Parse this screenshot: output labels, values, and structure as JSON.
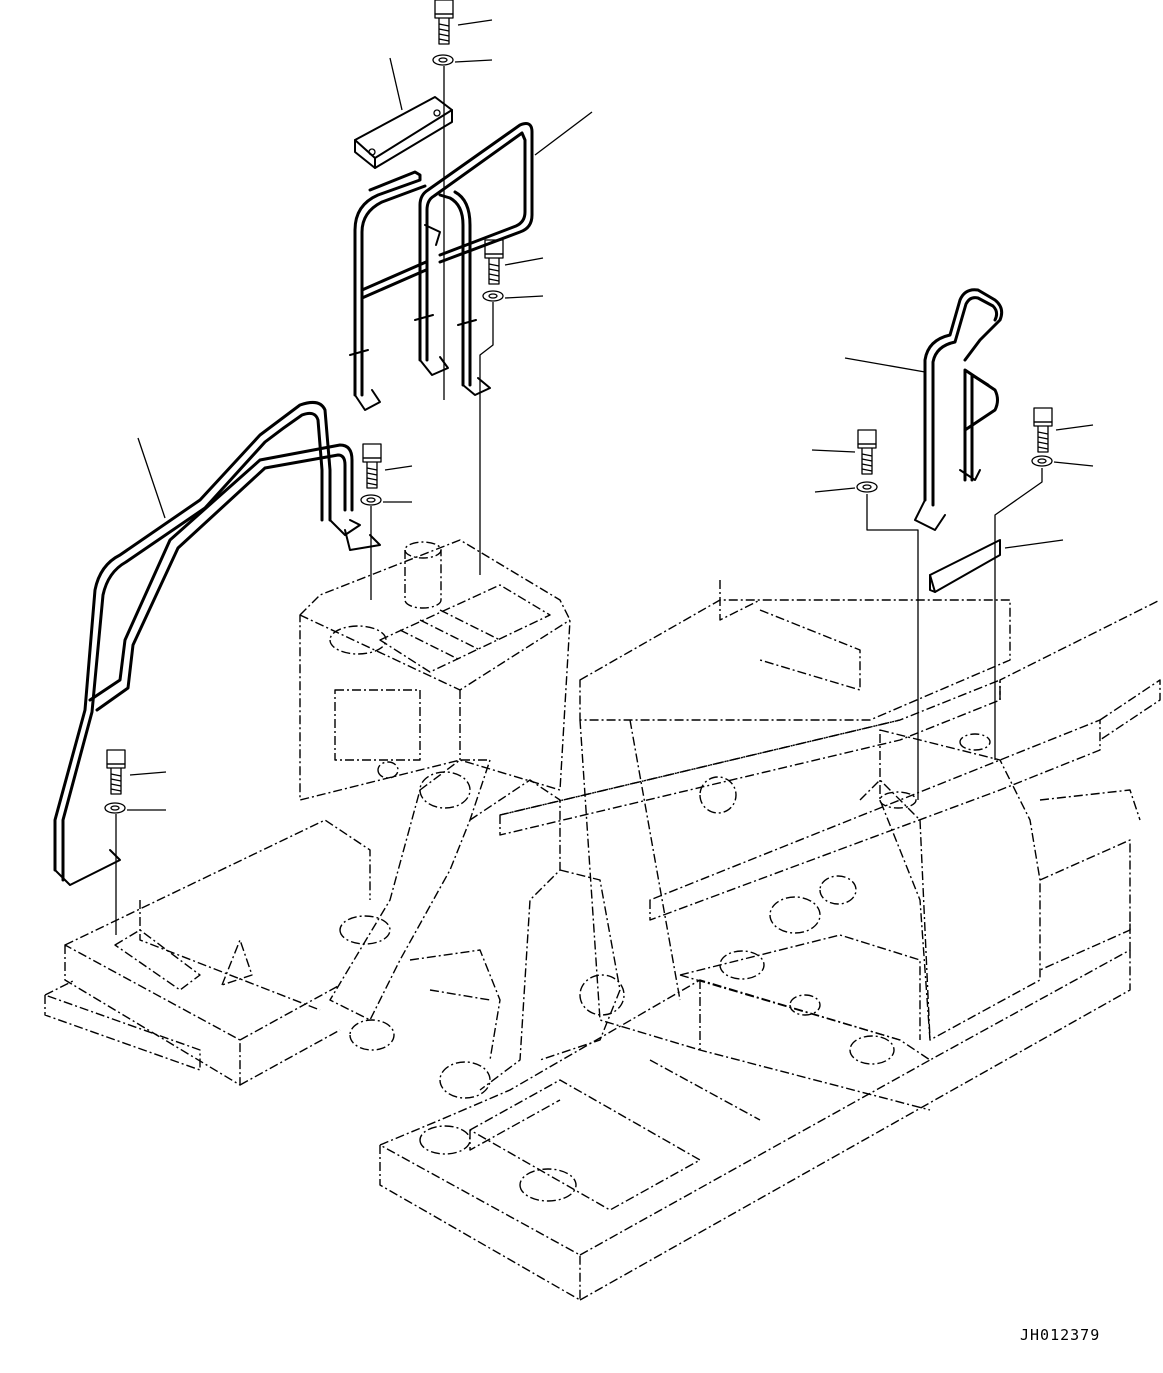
{
  "drawing": {
    "code": "JH012379"
  },
  "parts": {
    "handrails": [
      "center-handrail",
      "left-handrail",
      "right-handrail"
    ],
    "fasteners": [
      "bolt",
      "washer"
    ],
    "brackets": [
      "plate-bracket-top",
      "plate-bracket-right"
    ]
  }
}
